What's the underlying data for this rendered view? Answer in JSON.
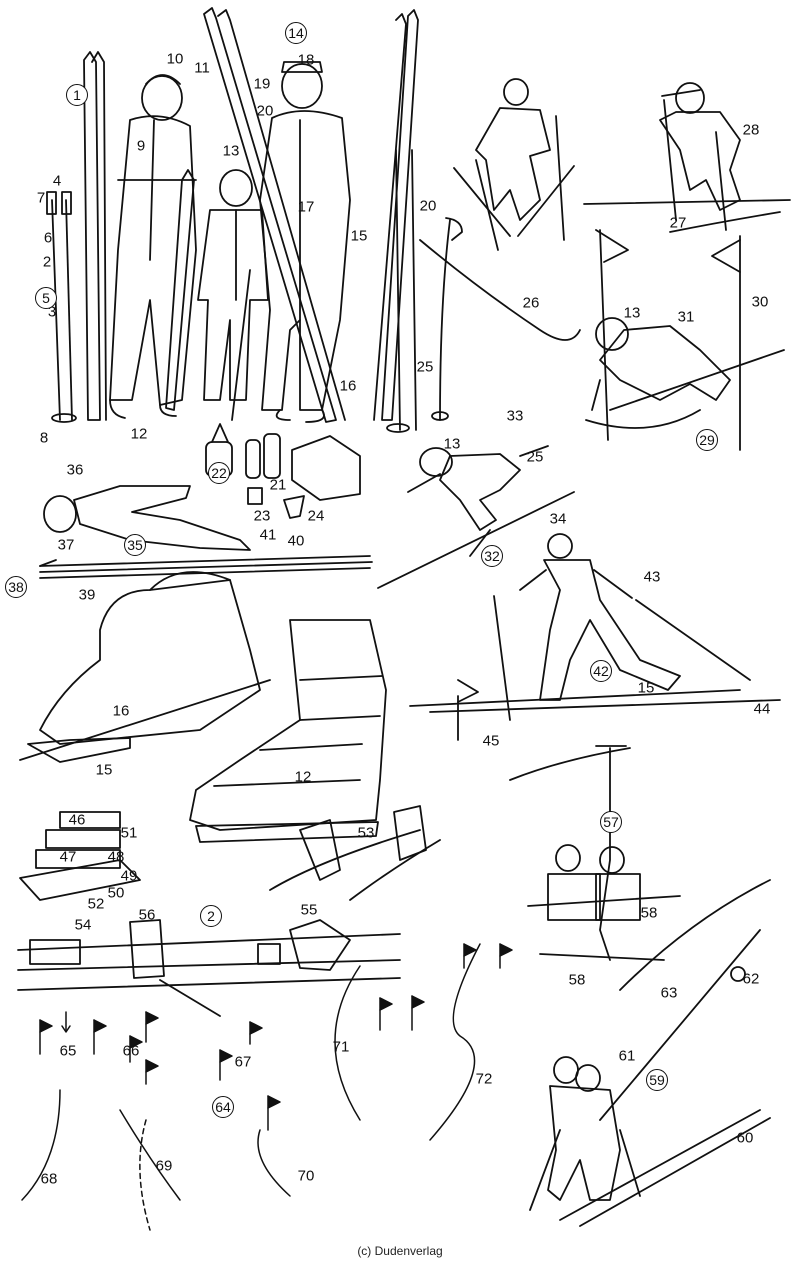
{
  "labels": {
    "l1": "1",
    "l2": "2",
    "l3": "3",
    "l4": "4",
    "l5": "5",
    "l6": "6",
    "l7": "7",
    "l8": "8",
    "l9": "9",
    "l10": "10",
    "l11": "11",
    "l12": "12",
    "l13": "13",
    "l14": "14",
    "l15": "15",
    "l16": "16",
    "l17": "17",
    "l18": "18",
    "l19": "19",
    "l20": "20",
    "l21": "21",
    "l22": "22",
    "l23": "23",
    "l24": "24",
    "l25": "25",
    "l26": "26",
    "l27": "27",
    "l28": "28",
    "l29": "29",
    "l30": "30",
    "l31": "31",
    "l32": "32",
    "l33": "33",
    "l34": "34",
    "l35": "35",
    "l36": "36",
    "l37": "37",
    "l38": "38",
    "l39": "39",
    "l40": "40",
    "l41": "41",
    "l42": "42",
    "l43": "43",
    "l44": "44",
    "l45": "45",
    "l46": "46",
    "l47": "47",
    "l48": "48",
    "l49": "49",
    "l50": "50",
    "l51": "51",
    "l52": "52",
    "l53": "53",
    "l54": "54",
    "l55": "55",
    "l56": "56",
    "l57": "57",
    "l58": "58",
    "l59": "59",
    "l60": "60",
    "l61": "61",
    "l62": "62",
    "l63": "63",
    "l64": "64",
    "l65": "65",
    "l66": "66",
    "l67": "67",
    "l68": "68",
    "l69": "69",
    "l70": "70",
    "l71": "71",
    "l72": "72"
  },
  "credit": "(c) Dudenverlag"
}
